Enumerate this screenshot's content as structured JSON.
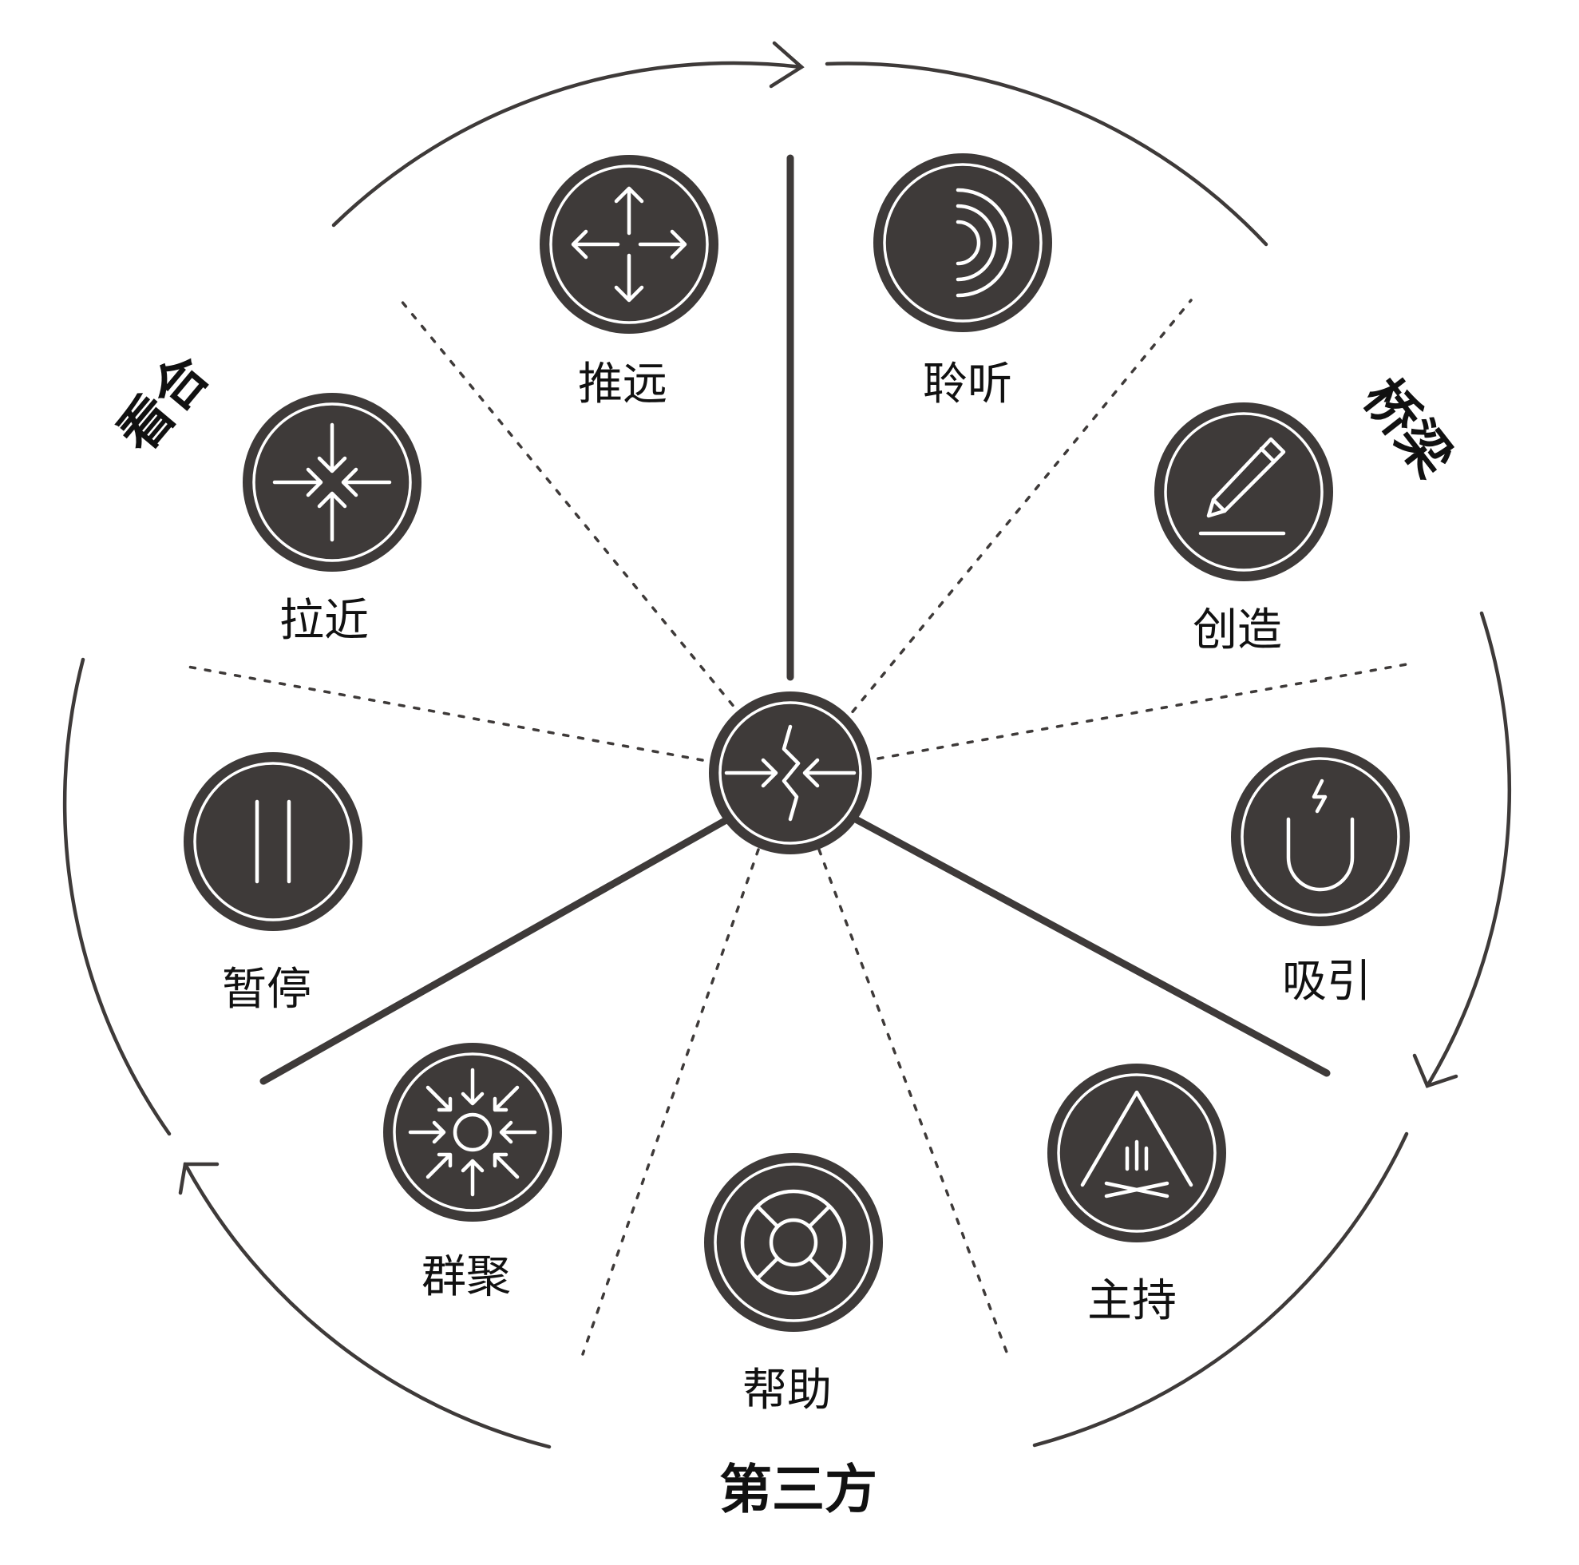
{
  "colors": {
    "ink": "#3e3a39",
    "glyph": "#ffffff",
    "text": "#111111"
  },
  "sections": {
    "kanhe": "看合",
    "qiaoliang": "桥梁",
    "disanfang": "第三方"
  },
  "center": {
    "icon": "converge-break-icon"
  },
  "items": [
    {
      "key": "tuiyuan",
      "label": "推远",
      "icon": "push-away-arrows-icon"
    },
    {
      "key": "lingting",
      "label": "聆听",
      "icon": "listen-waves-icon"
    },
    {
      "key": "chuangzao",
      "label": "创造",
      "icon": "pencil-icon"
    },
    {
      "key": "xiyin",
      "label": "吸引",
      "icon": "magnet-icon"
    },
    {
      "key": "zhuchi",
      "label": "主持",
      "icon": "campfire-tent-icon"
    },
    {
      "key": "bangzhu",
      "label": "帮助",
      "icon": "lifebuoy-icon"
    },
    {
      "key": "qunju",
      "label": "群聚",
      "icon": "gather-center-icon"
    },
    {
      "key": "zanting",
      "label": "暂停",
      "icon": "pause-icon"
    },
    {
      "key": "lajin",
      "label": "拉近",
      "icon": "pull-closer-arrows-icon"
    }
  ]
}
